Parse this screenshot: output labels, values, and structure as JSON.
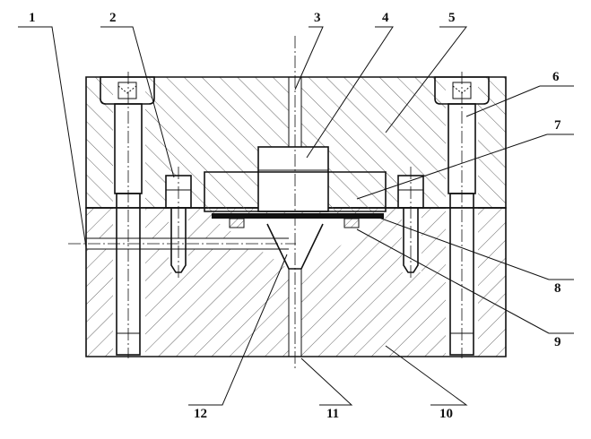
{
  "callouts": [
    {
      "id": 1,
      "text": "1"
    },
    {
      "id": 2,
      "text": "2"
    },
    {
      "id": 3,
      "text": "3"
    },
    {
      "id": 4,
      "text": "4"
    },
    {
      "id": 5,
      "text": "5"
    },
    {
      "id": 6,
      "text": "6"
    },
    {
      "id": 7,
      "text": "7"
    },
    {
      "id": 8,
      "text": "8"
    },
    {
      "id": 9,
      "text": "9"
    },
    {
      "id": 10,
      "text": "10"
    },
    {
      "id": 11,
      "text": "11"
    },
    {
      "id": 12,
      "text": "12"
    }
  ],
  "colors": {
    "line": "#111111",
    "hatch": "#555555",
    "background": "#ffffff"
  }
}
